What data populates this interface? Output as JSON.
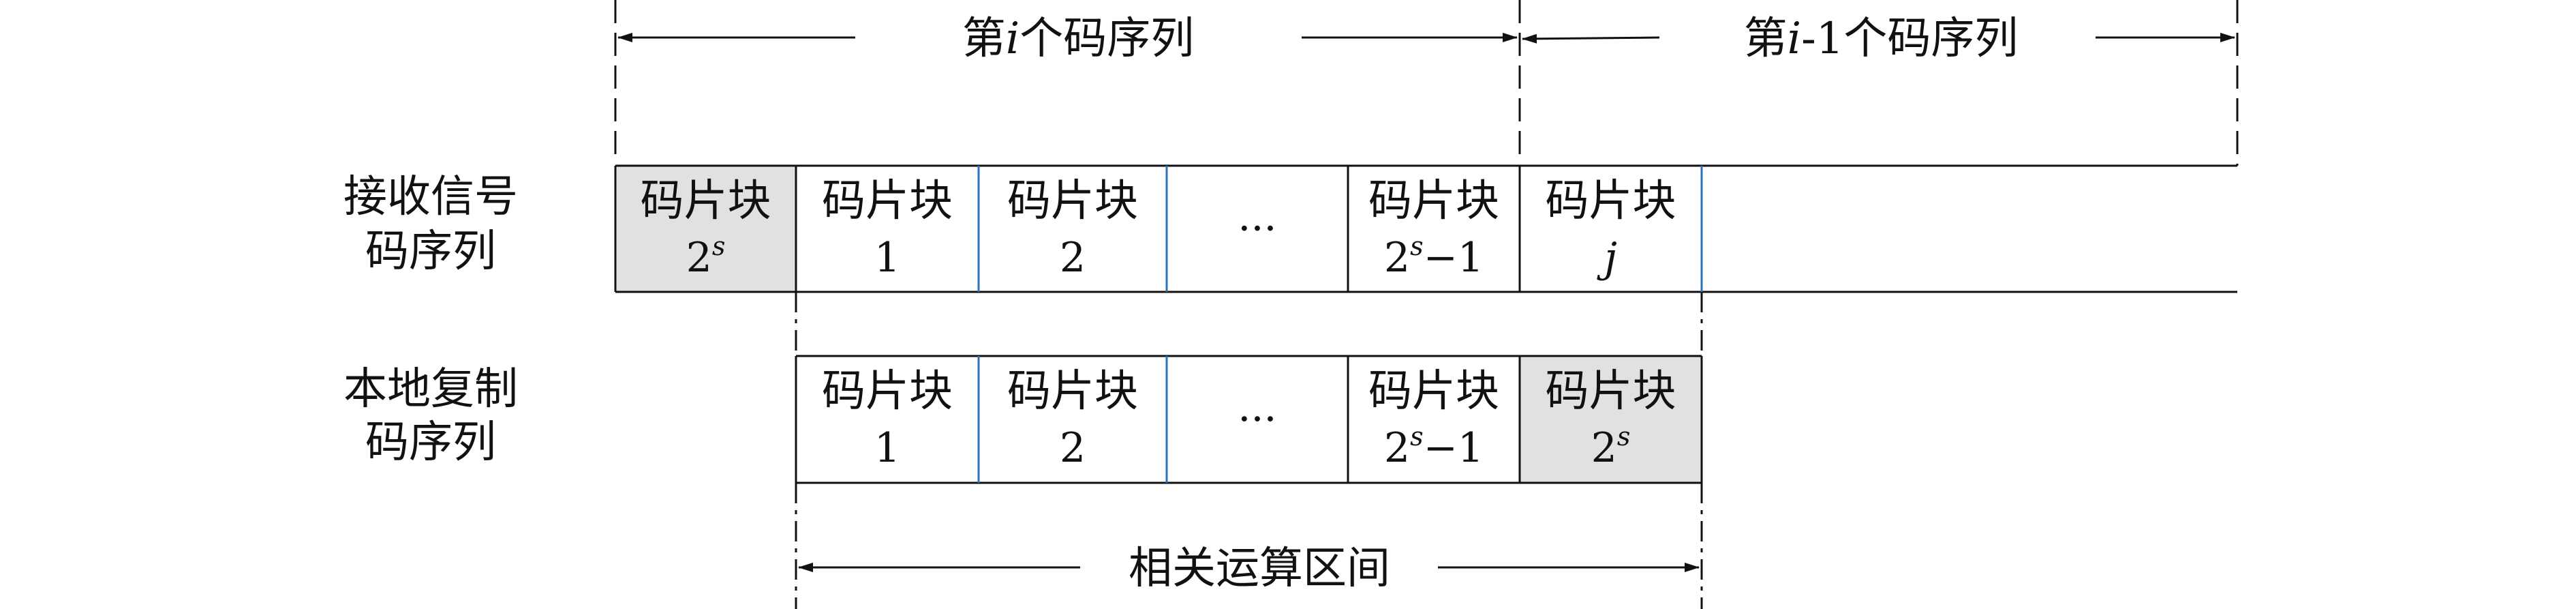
{
  "colors": {
    "stroke": "#111111",
    "blue_divider": "#2e72b8",
    "gray_fill": "#e1e1e1",
    "white_fill": "#ffffff"
  },
  "top_spans": {
    "span_i": {
      "prefix": "第",
      "var": "i",
      "suffix": "个码序列"
    },
    "span_i1": {
      "prefix": "第",
      "var": "i",
      "mid": "-1",
      "suffix": "个码序列"
    }
  },
  "row_labels": {
    "received": {
      "line1": "接收信号",
      "line2": "码序列"
    },
    "local": {
      "line1": "本地复制",
      "line2": "码序列"
    }
  },
  "received_blocks": [
    {
      "title": "码片块",
      "sub_base": "2",
      "sub_sup": "s",
      "sub_tail": "",
      "fill": "gray"
    },
    {
      "title": "码片块",
      "sub_base": "1",
      "sub_sup": "",
      "sub_tail": "",
      "fill": "white"
    },
    {
      "title": "码片块",
      "sub_base": "2",
      "sub_sup": "",
      "sub_tail": "",
      "fill": "white"
    },
    {
      "title": "",
      "sub_base": "···",
      "sub_sup": "",
      "sub_tail": "",
      "fill": "white",
      "ellipsis": true
    },
    {
      "title": "码片块",
      "sub_base": "2",
      "sub_sup": "s",
      "sub_tail": "−1",
      "fill": "white"
    },
    {
      "title": "码片块",
      "sub_base": "j",
      "sub_sup": "",
      "sub_tail": "",
      "fill": "white",
      "italic": true
    }
  ],
  "local_blocks": [
    {
      "title": "码片块",
      "sub_base": "1",
      "sub_sup": "",
      "sub_tail": "",
      "fill": "white"
    },
    {
      "title": "码片块",
      "sub_base": "2",
      "sub_sup": "",
      "sub_tail": "",
      "fill": "white"
    },
    {
      "title": "",
      "sub_base": "···",
      "sub_sup": "",
      "sub_tail": "",
      "fill": "white",
      "ellipsis": true
    },
    {
      "title": "码片块",
      "sub_base": "2",
      "sub_sup": "s",
      "sub_tail": "−1",
      "fill": "white"
    },
    {
      "title": "码片块",
      "sub_base": "2",
      "sub_sup": "s",
      "sub_tail": "",
      "fill": "gray"
    }
  ],
  "bottom_span": {
    "label": "相关运算区间"
  }
}
